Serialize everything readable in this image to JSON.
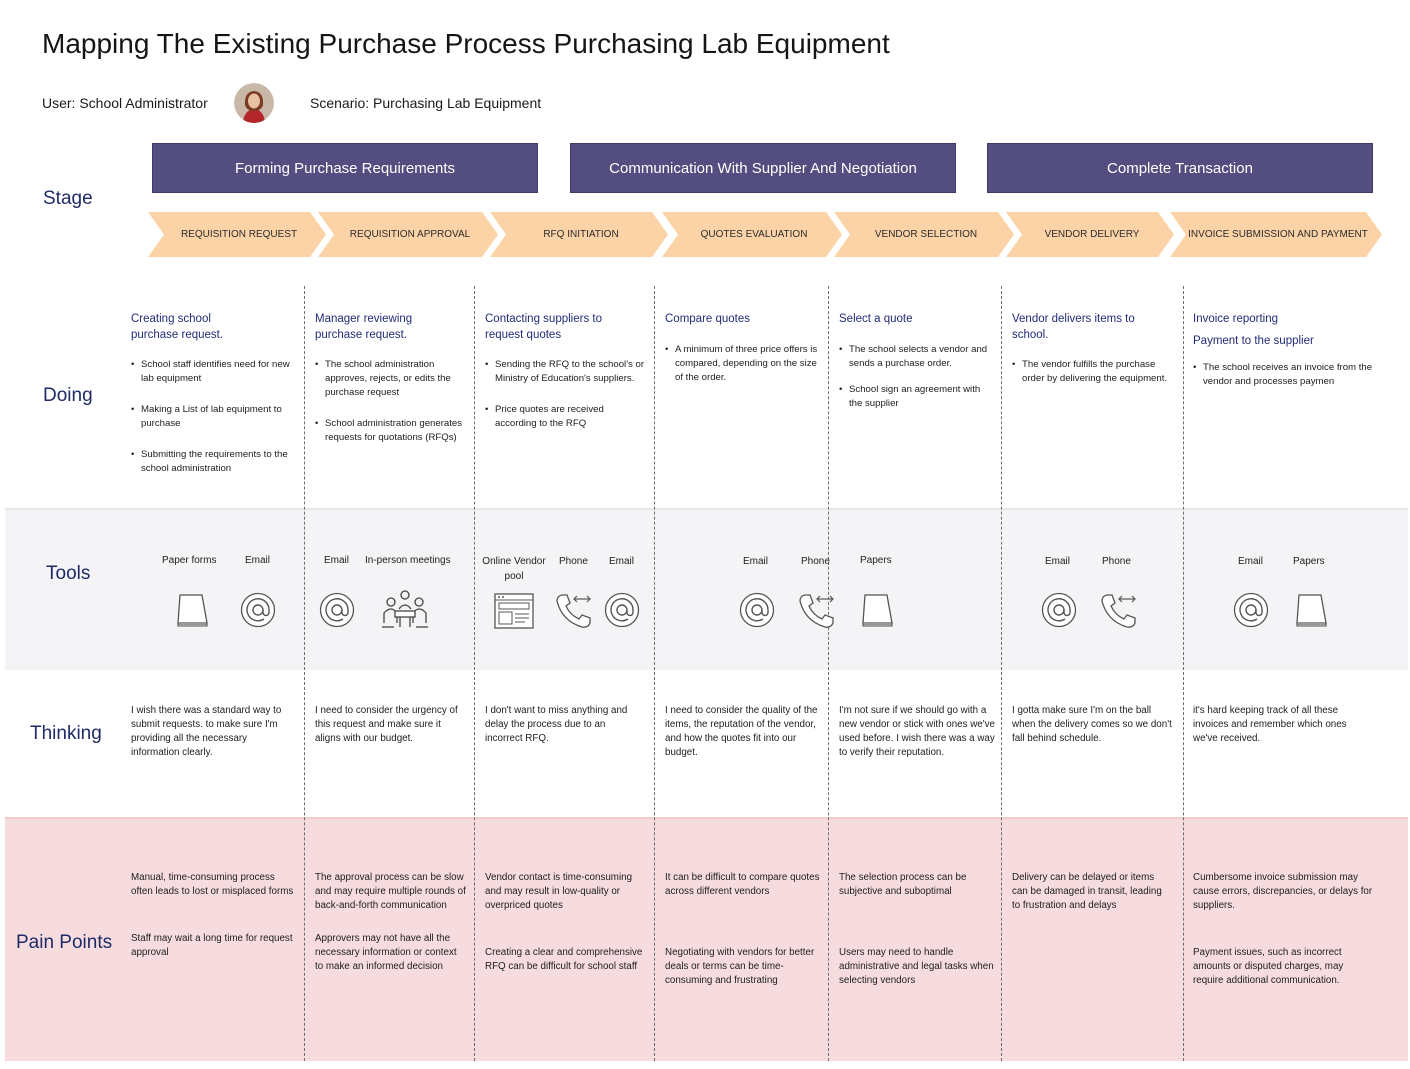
{
  "title": "Mapping The Existing Purchase Process Purchasing Lab Equipment",
  "user_label": "User: School Administrator",
  "scenario_label": "Scenario: Purchasing Lab Equipment",
  "row_labels": {
    "stage": "Stage",
    "doing": "Doing",
    "tools": "Tools",
    "thinking": "Thinking",
    "pain_points": "Pain Points"
  },
  "stages": [
    "Forming Purchase Requirements",
    "Communication With Supplier And Negotiation",
    "Complete Transaction"
  ],
  "steps": [
    "REQUISITION REQUEST",
    "REQUISITION APPROVAL",
    "RFQ INITIATION",
    "QUOTES EVALUATION",
    "VENDOR SELECTION",
    "VENDOR DELIVERY",
    "INVOICE SUBMISSION AND PAYMENT"
  ],
  "doing": [
    {
      "title": [
        "Creating school",
        "purchase request."
      ],
      "bullets": [
        "School staff identifies need for new lab equipment",
        "Making a List of lab equipment to purchase",
        "Submitting the requirements to the school administration"
      ]
    },
    {
      "title": [
        "Manager reviewing",
        "purchase request."
      ],
      "bullets": [
        "The school administration approves, rejects, or edits the purchase request",
        "School administration generates requests for quotations (RFQs)"
      ]
    },
    {
      "title": [
        "Contacting suppliers to",
        "request quotes"
      ],
      "bullets": [
        "Sending the RFQ to the school's or Ministry of Education's suppliers.",
        "Price quotes are received according to the RFQ"
      ]
    },
    {
      "title": [
        "Compare quotes"
      ],
      "bullets": [
        "A minimum of three price offers is compared, depending on the size of the order."
      ]
    },
    {
      "title": [
        "Select a quote"
      ],
      "bullets": [
        "The school selects a vendor and sends a purchase order.",
        "School sign an agreement with the supplier"
      ]
    },
    {
      "title": [
        "Vendor delivers items to",
        "school."
      ],
      "bullets": [
        "The vendor fulfills the purchase order by delivering the equipment."
      ]
    },
    {
      "title": [
        "Invoice reporting",
        "Payment to the supplier"
      ],
      "bullets": [
        "The school receives an invoice from the vendor and processes paymen"
      ]
    }
  ],
  "tools": [
    {
      "label": "Paper forms",
      "icon": "paper-stack-icon"
    },
    {
      "label": "Email",
      "icon": "at-sign-icon"
    },
    {
      "label": "Email",
      "icon": "at-sign-icon"
    },
    {
      "label": "In-person meetings",
      "icon": "meeting-icon"
    },
    {
      "label": "Online Vendor pool",
      "icon": "web-page-icon"
    },
    {
      "label": "Phone",
      "icon": "phone-transfer-icon"
    },
    {
      "label": "Email",
      "icon": "at-sign-icon"
    },
    {
      "label": "Email",
      "icon": "at-sign-icon"
    },
    {
      "label": "Phone",
      "icon": "phone-transfer-icon"
    },
    {
      "label": "Papers",
      "icon": "paper-stack-icon"
    },
    {
      "label": "Email",
      "icon": "at-sign-icon"
    },
    {
      "label": "Phone",
      "icon": "phone-transfer-icon"
    },
    {
      "label": "Email",
      "icon": "at-sign-icon"
    },
    {
      "label": "Papers",
      "icon": "paper-stack-icon"
    }
  ],
  "thinking": [
    "I wish there was a standard way to submit requests. to make sure I'm providing all the necessary information clearly.",
    "I need to consider the urgency of this request and make sure it aligns with our budget.",
    "I don't want to miss anything and delay the process due to an incorrect RFQ.",
    "I need to consider the quality of the items, the reputation of the vendor, and how the quotes fit into our budget.",
    "I'm not sure if we should go with a new vendor or stick with ones we've used before. I wish there was a way to verify  their reputation.",
    "I gotta make sure I'm on the ball when the delivery comes so we don't fall behind schedule.",
    "it's hard  keeping track of all these invoices and remember which ones we've received."
  ],
  "pain_points": [
    [
      "Manual, time-consuming process often leads to lost or misplaced forms",
      "Staff may wait a long time for request approval"
    ],
    [
      "The approval process can be slow and may require multiple rounds of back-and-forth communication",
      "Approvers may not have all the necessary information or context to make an informed decision"
    ],
    [
      "Vendor contact is time-consuming and may result in low-quality or overpriced quotes",
      "Creating a clear and comprehensive RFQ can be difficult for school staff"
    ],
    [
      "It can be difficult to compare quotes across different vendors",
      "Negotiating with vendors for better deals or terms can be time-consuming and frustrating"
    ],
    [
      "The selection process can be subjective and suboptimal",
      "Users may need to handle administrative and legal tasks when selecting vendors"
    ],
    [
      "Delivery can be delayed or items can be damaged in transit, leading to frustration and delays"
    ],
    [
      "Cumbersome invoice submission may cause errors, discrepancies, or delays for suppliers.",
      "Payment issues, such as incorrect amounts or disputed charges, may require additional communication."
    ]
  ],
  "colors": {
    "stage_fill": "#534d80",
    "step_fill": "#fcd3a6",
    "tools_band": "#f4f4f6",
    "pain_band": "#f6dcdf",
    "accent_text": "#232c78"
  }
}
